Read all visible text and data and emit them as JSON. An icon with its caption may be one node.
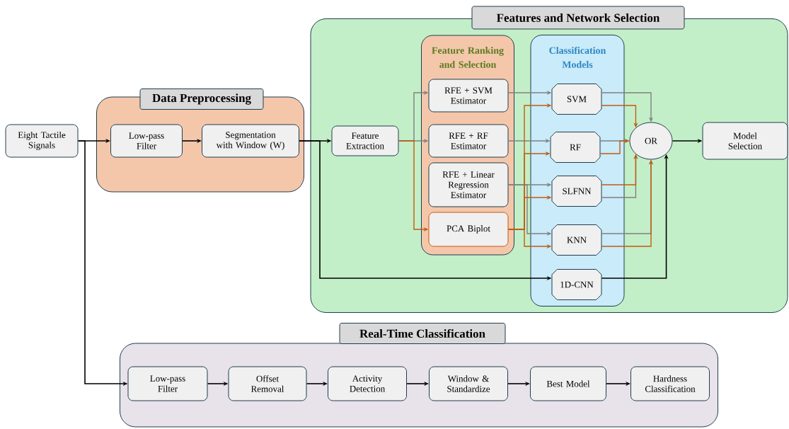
{
  "diagram": {
    "nodes": [
      {
        "text": [
          "Eight Tactile Signals"
        ]
      },
      {
        "text": [
          "Data Preprocessing"
        ]
      },
      {
        "text": [
          "Low-pass Filter"
        ],
        "in": 1
      },
      {
        "text": [
          "Segmentation with Window (W)"
        ],
        "in": 1
      },
      {
        "text": [
          "Features and Network Selection"
        ]
      },
      {
        "text": [
          "Feature Extraction"
        ],
        "in": 4
      },
      {
        "text": [
          "Feature Ranking and Selection"
        ],
        "in": 4
      },
      {
        "text": [
          "RFE + SVM Estimator"
        ],
        "in": 6
      },
      {
        "text": [
          "RFE + RF Estimator"
        ],
        "in": 6
      },
      {
        "text": [
          "RFE + Linear Regression Estimator"
        ],
        "in": 6
      },
      {
        "text": [
          "PCA Biplot"
        ],
        "in": 6
      },
      {
        "text": [
          "Classification Models"
        ],
        "in": 4
      },
      {
        "text": [
          "SVM"
        ],
        "in": 11
      },
      {
        "text": [
          "RF"
        ],
        "in": 11
      },
      {
        "text": [
          "SLFNN"
        ],
        "in": 11
      },
      {
        "text": [
          "KNN"
        ],
        "in": 11
      },
      {
        "text": [
          "1D-CNN"
        ],
        "in": 11
      },
      {
        "text": [
          "OR"
        ],
        "in": 4
      },
      {
        "text": [
          "Model Selection"
        ],
        "in": 4
      },
      {
        "text": [
          "Real-Time Classification"
        ]
      },
      {
        "text": [
          "Low-pass Filter"
        ],
        "in": 19
      },
      {
        "text": [
          "Offset Removal"
        ],
        "in": 19
      },
      {
        "text": [
          "Activity Detection"
        ],
        "in": 19
      },
      {
        "text": [
          "Window & Standardize"
        ],
        "in": 19
      },
      {
        "text": [
          "Best Model"
        ],
        "in": 19
      },
      {
        "text": [
          "Hardness Classification"
        ],
        "in": 19
      }
    ],
    "edges": [
      {
        "from": 0,
        "to": 2,
        "arrow": "to"
      },
      {
        "from": 0,
        "to": 20,
        "arrow": "to"
      },
      {
        "from": 2,
        "to": 3,
        "arrow": "to"
      },
      {
        "from": 3,
        "to": 5,
        "arrow": "to"
      },
      {
        "from": 3,
        "to": 16,
        "arrow": "to"
      },
      {
        "from": 5,
        "to": 7,
        "arrow": "to",
        "color": "#808080"
      },
      {
        "from": 5,
        "to": 8,
        "arrow": "to",
        "color": "#808080"
      },
      {
        "from": 5,
        "to": 10,
        "arrow": "to",
        "color": "#c55a11"
      },
      {
        "from": 7,
        "to": 12,
        "arrow": "to",
        "color": "#808080"
      },
      {
        "from": 8,
        "to": 13,
        "arrow": "to",
        "color": "#808080"
      },
      {
        "from": 9,
        "to": 14,
        "arrow": "to",
        "color": "#808080"
      },
      {
        "from": 9,
        "to": 15,
        "arrow": "to",
        "color": "#808080"
      },
      {
        "from": 10,
        "to": 12,
        "arrow": "to",
        "color": "#c55a11"
      },
      {
        "from": 10,
        "to": 13,
        "arrow": "to",
        "color": "#c55a11"
      },
      {
        "from": 10,
        "to": 14,
        "arrow": "to",
        "color": "#c55a11"
      },
      {
        "from": 10,
        "to": 15,
        "arrow": "to",
        "color": "#c55a11"
      },
      {
        "from": 12,
        "to": 17,
        "arrow": "to",
        "color": "#808080"
      },
      {
        "from": 12,
        "to": 17,
        "arrow": "to",
        "color": "#c55a11"
      },
      {
        "from": 13,
        "to": 17,
        "arrow": "to",
        "color": "#808080"
      },
      {
        "from": 13,
        "to": 17,
        "arrow": "to",
        "color": "#c55a11"
      },
      {
        "from": 14,
        "to": 17,
        "arrow": "to",
        "color": "#808080"
      },
      {
        "from": 14,
        "to": 17,
        "arrow": "to",
        "color": "#c55a11"
      },
      {
        "from": 15,
        "to": 17,
        "arrow": "to",
        "color": "#808080"
      },
      {
        "from": 15,
        "to": 17,
        "arrow": "to",
        "color": "#c55a11"
      },
      {
        "from": 16,
        "to": 17,
        "arrow": "to"
      },
      {
        "from": 17,
        "to": 18,
        "arrow": "to"
      },
      {
        "from": 20,
        "to": 21,
        "arrow": "to"
      },
      {
        "from": 21,
        "to": 22,
        "arrow": "to"
      },
      {
        "from": 22,
        "to": 23,
        "arrow": "to"
      },
      {
        "from": 23,
        "to": 24,
        "arrow": "to"
      },
      {
        "from": 24,
        "to": 25,
        "arrow": "to"
      }
    ]
  }
}
